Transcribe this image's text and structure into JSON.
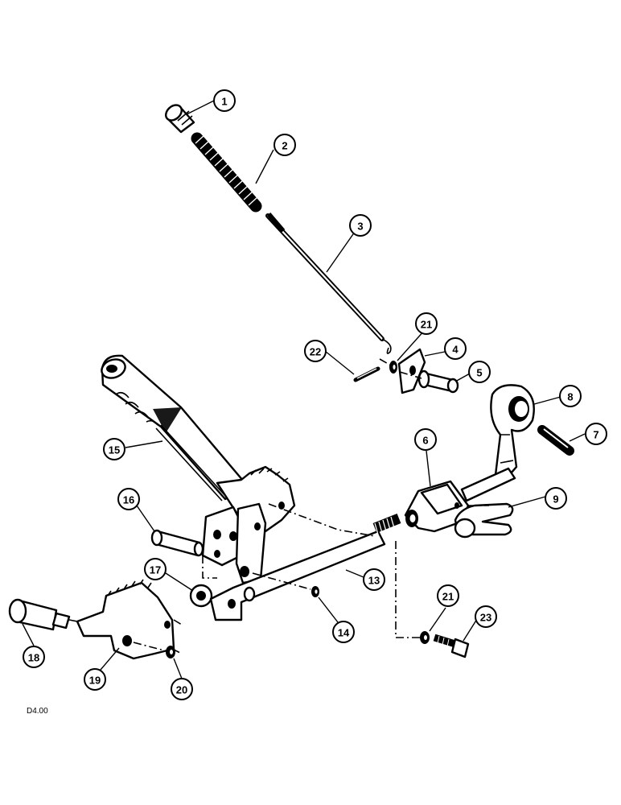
{
  "figure_code": "D4.00",
  "callouts": [
    {
      "label": "1"
    },
    {
      "label": "2"
    },
    {
      "label": "3"
    },
    {
      "label": "21"
    },
    {
      "label": "22"
    },
    {
      "label": "4"
    },
    {
      "label": "5"
    },
    {
      "label": "8"
    },
    {
      "label": "7"
    },
    {
      "label": "6"
    },
    {
      "label": "15"
    },
    {
      "label": "16"
    },
    {
      "label": "9"
    },
    {
      "label": "17"
    },
    {
      "label": "13"
    },
    {
      "label": "14"
    },
    {
      "label": "21"
    },
    {
      "label": "23"
    },
    {
      "label": "18"
    },
    {
      "label": "19"
    },
    {
      "label": "20"
    }
  ]
}
